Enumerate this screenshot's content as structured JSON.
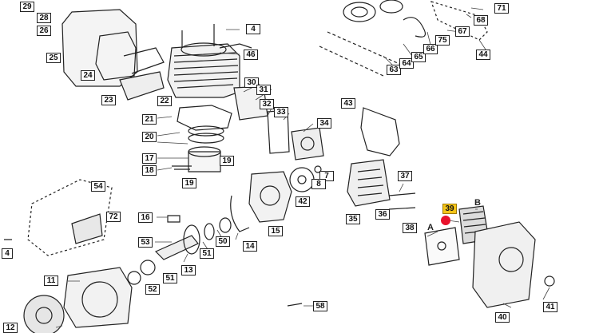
{
  "diagram": {
    "highlight_color": "#f5c518",
    "marker_color": "#e8122c",
    "callouts": [
      {
        "id": "c-29",
        "label": "29"
      },
      {
        "id": "c-28",
        "label": "28"
      },
      {
        "id": "c-26",
        "label": "26"
      },
      {
        "id": "c-25",
        "label": "25"
      },
      {
        "id": "c-24",
        "label": "24"
      },
      {
        "id": "c-23",
        "label": "23"
      },
      {
        "id": "c-4a",
        "label": "4"
      },
      {
        "id": "c-46",
        "label": "46"
      },
      {
        "id": "c-22",
        "label": "22"
      },
      {
        "id": "c-30",
        "label": "30"
      },
      {
        "id": "c-31",
        "label": "31"
      },
      {
        "id": "c-21",
        "label": "21"
      },
      {
        "id": "c-20",
        "label": "20"
      },
      {
        "id": "c-17",
        "label": "17"
      },
      {
        "id": "c-18",
        "label": "18"
      },
      {
        "id": "c-19a",
        "label": "19"
      },
      {
        "id": "c-19b",
        "label": "19"
      },
      {
        "id": "c-32",
        "label": "32"
      },
      {
        "id": "c-33",
        "label": "33"
      },
      {
        "id": "c-34",
        "label": "34"
      },
      {
        "id": "c-43",
        "label": "43"
      },
      {
        "id": "c-7",
        "label": "7"
      },
      {
        "id": "c-8",
        "label": "8"
      },
      {
        "id": "c-42",
        "label": "42"
      },
      {
        "id": "c-37",
        "label": "37"
      },
      {
        "id": "c-35",
        "label": "35"
      },
      {
        "id": "c-36",
        "label": "36"
      },
      {
        "id": "c-38",
        "label": "38"
      },
      {
        "id": "c-39",
        "label": "39",
        "highlight": true
      },
      {
        "id": "c-54",
        "label": "54"
      },
      {
        "id": "c-72",
        "label": "72"
      },
      {
        "id": "c-16",
        "label": "16"
      },
      {
        "id": "c-15",
        "label": "15"
      },
      {
        "id": "c-14",
        "label": "14"
      },
      {
        "id": "c-50",
        "label": "50"
      },
      {
        "id": "c-51a",
        "label": "51"
      },
      {
        "id": "c-53",
        "label": "53"
      },
      {
        "id": "c-13",
        "label": "13"
      },
      {
        "id": "c-4b",
        "label": "4"
      },
      {
        "id": "c-11",
        "label": "11"
      },
      {
        "id": "c-51b",
        "label": "51"
      },
      {
        "id": "c-52",
        "label": "52"
      },
      {
        "id": "c-58",
        "label": "58"
      },
      {
        "id": "c-40",
        "label": "40"
      },
      {
        "id": "c-41",
        "label": "41"
      },
      {
        "id": "c-12",
        "label": "12"
      },
      {
        "id": "c-63",
        "label": "63"
      },
      {
        "id": "c-64",
        "label": "64"
      },
      {
        "id": "c-65",
        "label": "65"
      },
      {
        "id": "c-66",
        "label": "66"
      },
      {
        "id": "c-67",
        "label": "67"
      },
      {
        "id": "c-75",
        "label": "75"
      },
      {
        "id": "c-44",
        "label": "44"
      },
      {
        "id": "c-68",
        "label": "68"
      },
      {
        "id": "c-71",
        "label": "71"
      }
    ],
    "variant_labels": {
      "a": "A",
      "b": "B"
    }
  }
}
